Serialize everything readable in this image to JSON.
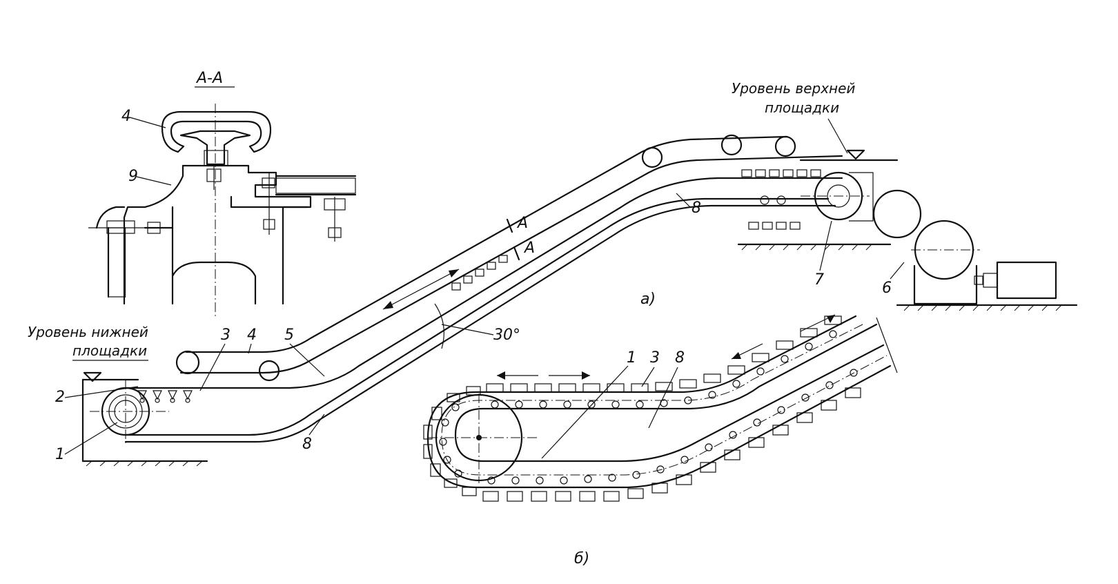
{
  "section_label": "А-А",
  "upper_level_label": [
    "Уровень верхней",
    "площадки"
  ],
  "lower_level_label": [
    "Уровень нижней",
    "площадки"
  ],
  "angle_label": "30°",
  "section_marks": [
    "А",
    "А"
  ],
  "caption_a": "а)",
  "caption_b": "б)",
  "part_numbers": {
    "sec_4": "4",
    "sec_9": "9",
    "a_1": "1",
    "a_2": "2",
    "a_3": "3",
    "a_4": "4",
    "a_5": "5",
    "a_6": "6",
    "a_7": "7",
    "a_8_top": "8",
    "a_8_bottom": "8",
    "b_1": "1",
    "b_3": "3",
    "b_8": "8"
  }
}
